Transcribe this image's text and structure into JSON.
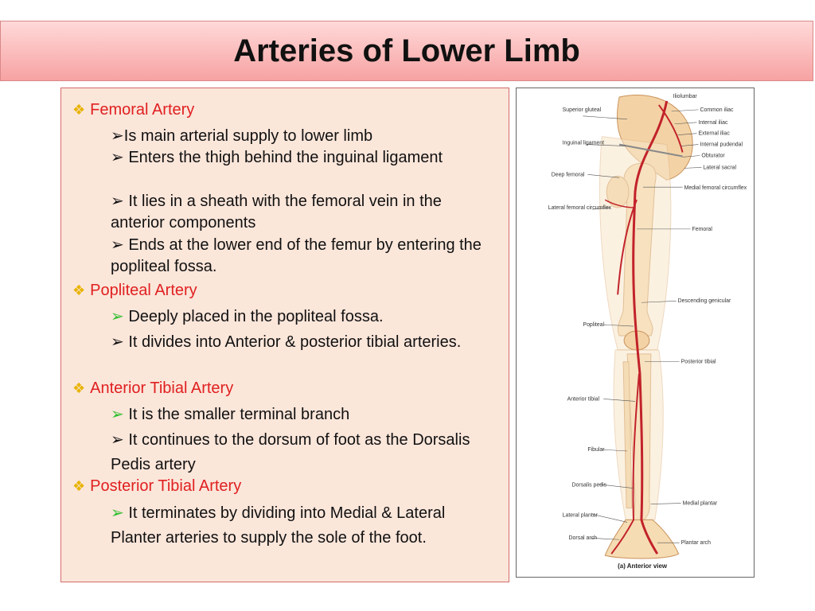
{
  "title": "Arteries of Lower Limb",
  "sections": [
    {
      "heading": "Femoral Artery",
      "points": [
        "Is main arterial supply to lower limb",
        "Enters the thigh behind the inguinal ligament",
        "It lies in a sheath with the femoral vein in the anterior components",
        "Ends at the lower end of the femur by entering the popliteal fossa."
      ]
    },
    {
      "heading": "Popliteal Artery",
      "points": [
        "Deeply placed in the popliteal fossa.",
        "It divides into Anterior & posterior tibial arteries."
      ]
    },
    {
      "heading": "Anterior Tibial Artery",
      "points": [
        "It is the smaller terminal branch",
        "It continues to the dorsum of foot as the Dorsalis Pedis artery"
      ]
    },
    {
      "heading": "Posterior Tibial Artery",
      "points": [
        "It terminates by dividing into Medial & Lateral Planter arteries to supply the sole of the foot."
      ]
    }
  ],
  "figure": {
    "caption": "(a) Anterior view",
    "labels_left": [
      "Superior gluteal",
      "Inguinal ligament",
      "Deep femoral",
      "Lateral femoral circumflex",
      "Popliteal",
      "Anterior tibial",
      "Fibular",
      "Dorsalis pedis",
      "Lateral plantar",
      "Dorsal arch"
    ],
    "labels_right": [
      "Iliolumbar",
      "Common iliac",
      "Internal iliac",
      "External iliac",
      "Internal pudendal",
      "Obturator",
      "Lateral sacral",
      "Medial femoral circumflex",
      "Femoral",
      "Descending genicular",
      "Posterior tibial",
      "Medial plantar",
      "Plantar arch"
    ]
  },
  "colors": {
    "heading": "#e02020",
    "bullet_diamond": "#e8b300",
    "arrow_green": "#2fbf2f",
    "box_fill": "#fbe6da",
    "box_border": "#d46c6c"
  }
}
